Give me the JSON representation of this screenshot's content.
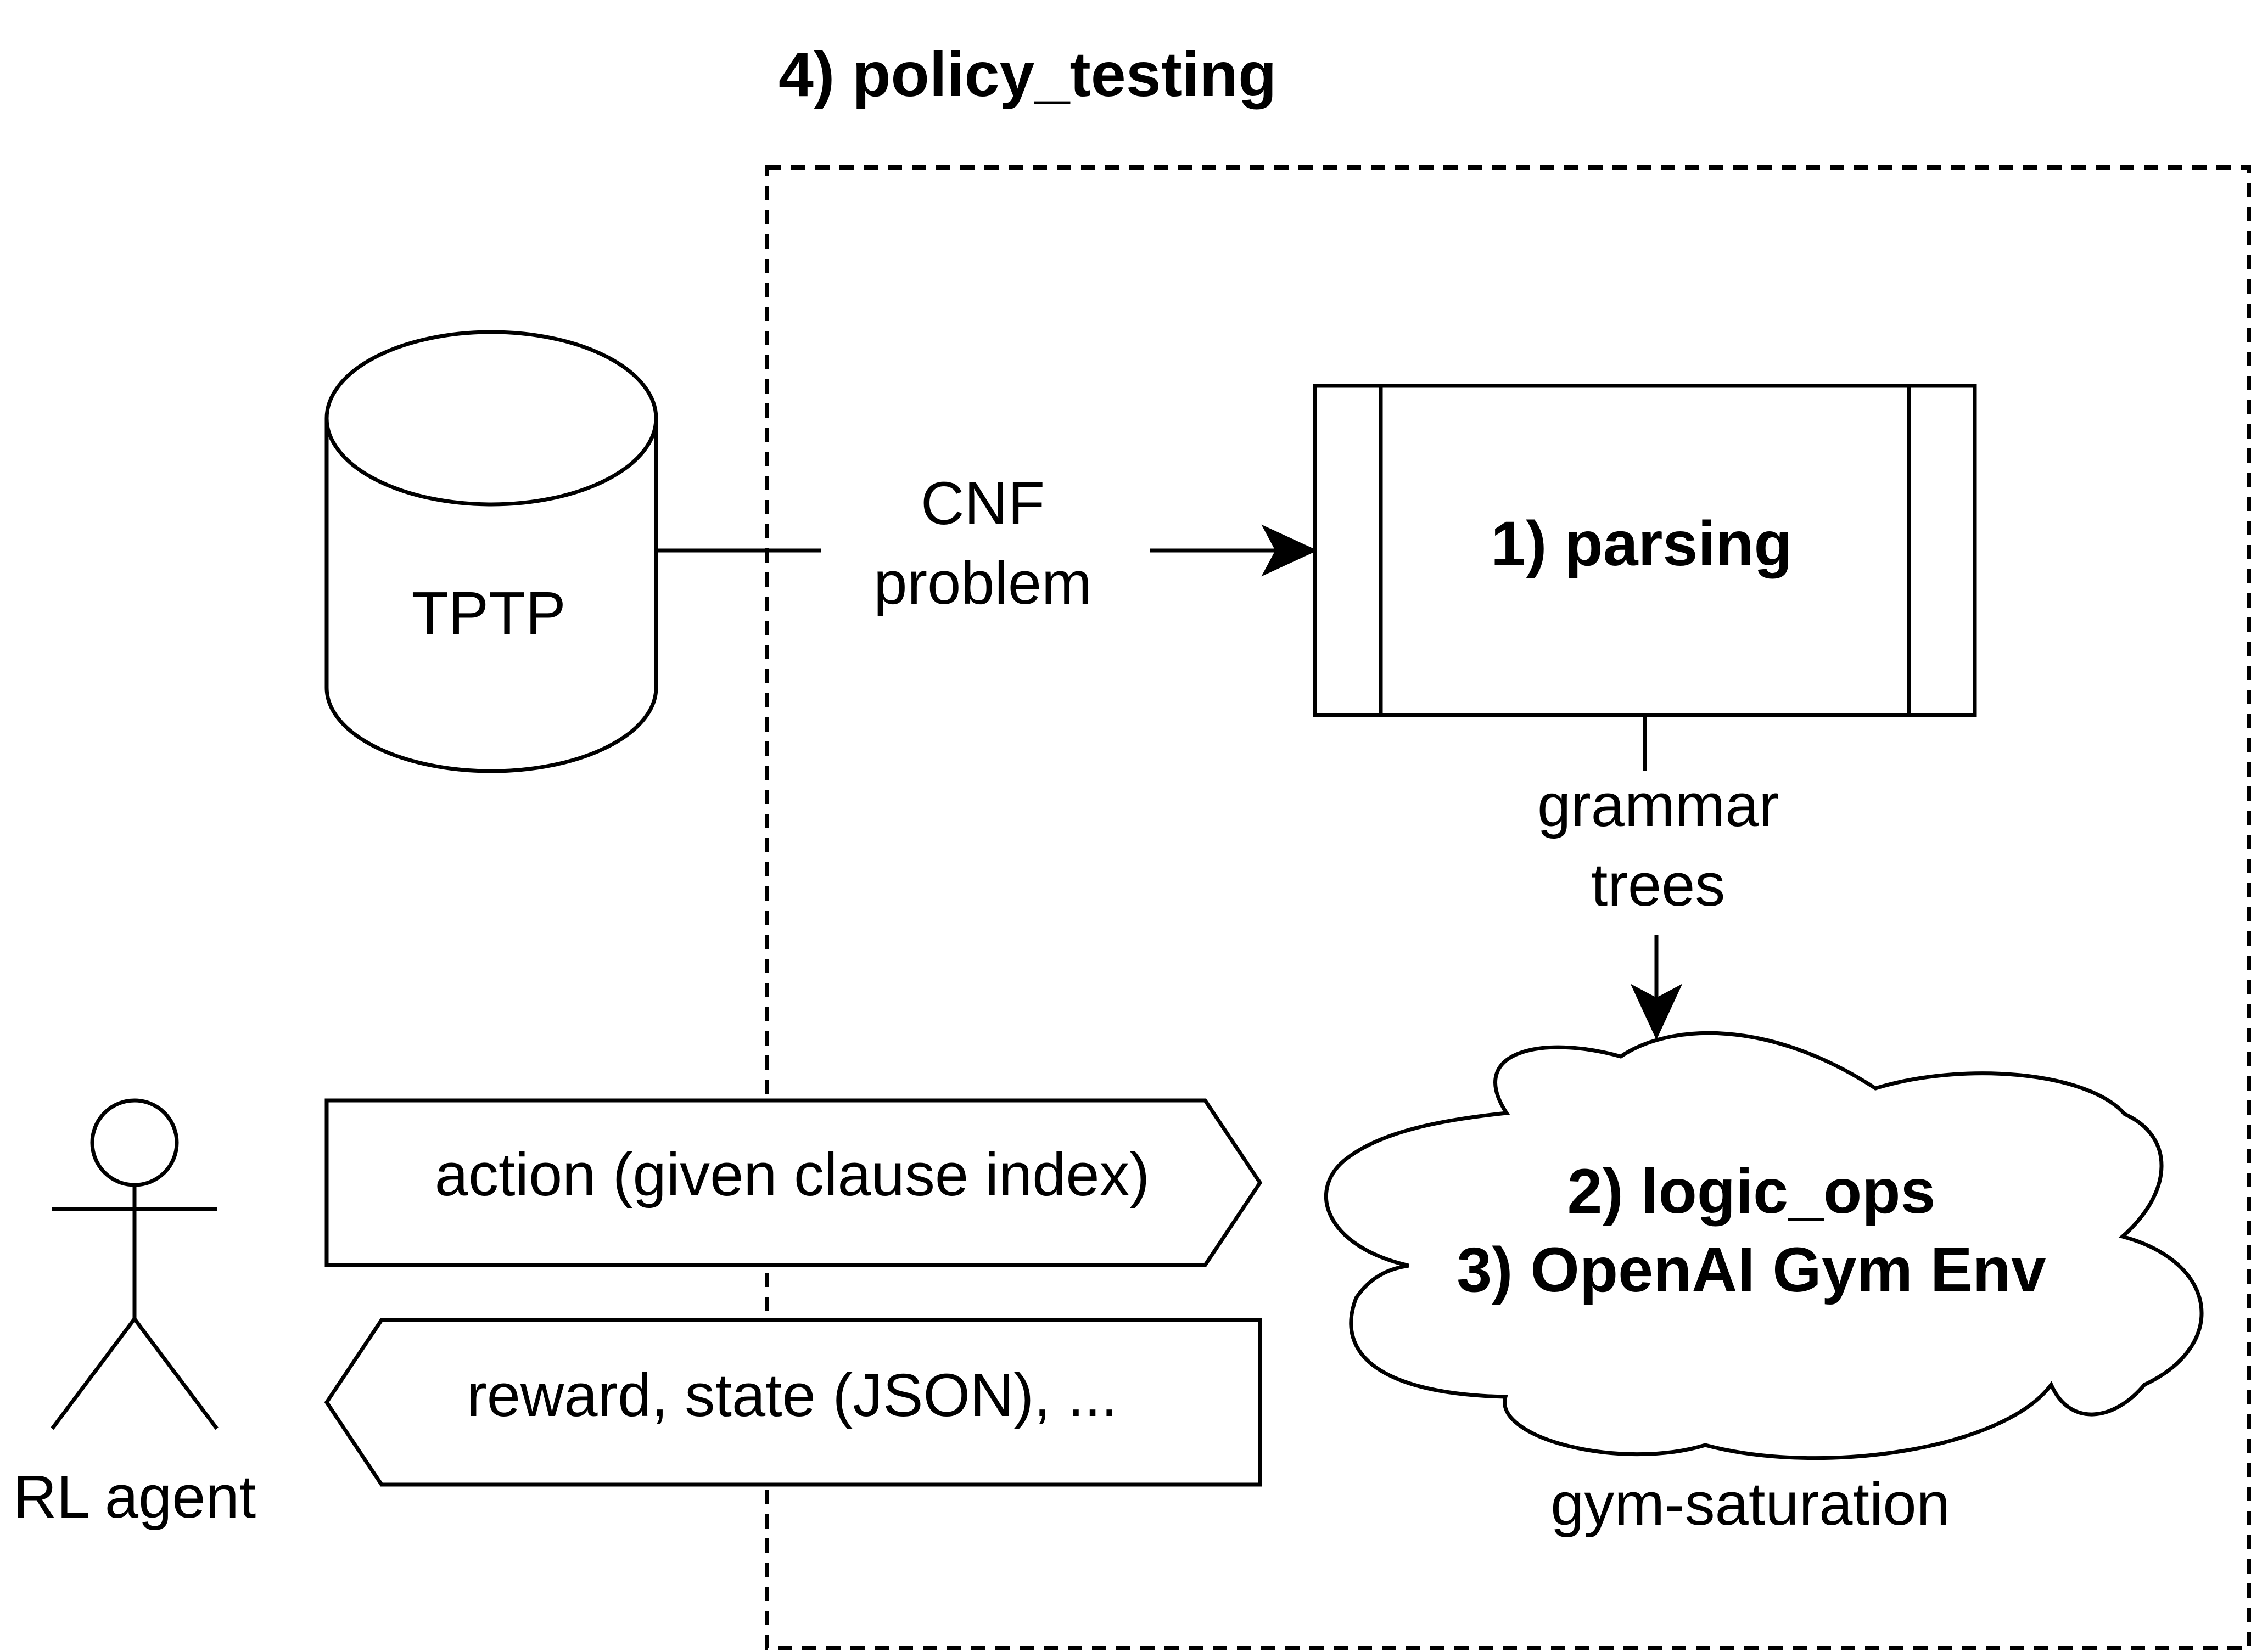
{
  "colors": {
    "stroke": "#000000",
    "background": "#ffffff"
  },
  "title": "4) policy_testing",
  "tptp": {
    "label": "TPTP"
  },
  "cnf_edge": {
    "line1": "CNF",
    "line2": "problem"
  },
  "parsing": {
    "label": "1) parsing"
  },
  "grammar_edge": {
    "line1": "grammar",
    "line2": "trees"
  },
  "cloud": {
    "line1": "2) logic_ops",
    "line2": "3) OpenAI Gym Env",
    "caption": "gym-saturation"
  },
  "agent": {
    "label": "RL agent",
    "icon": "stick-figure-icon"
  },
  "action_arrow": {
    "label": "action (given clause index)"
  },
  "reward_arrow": {
    "label": "reward, state (JSON), ..."
  }
}
